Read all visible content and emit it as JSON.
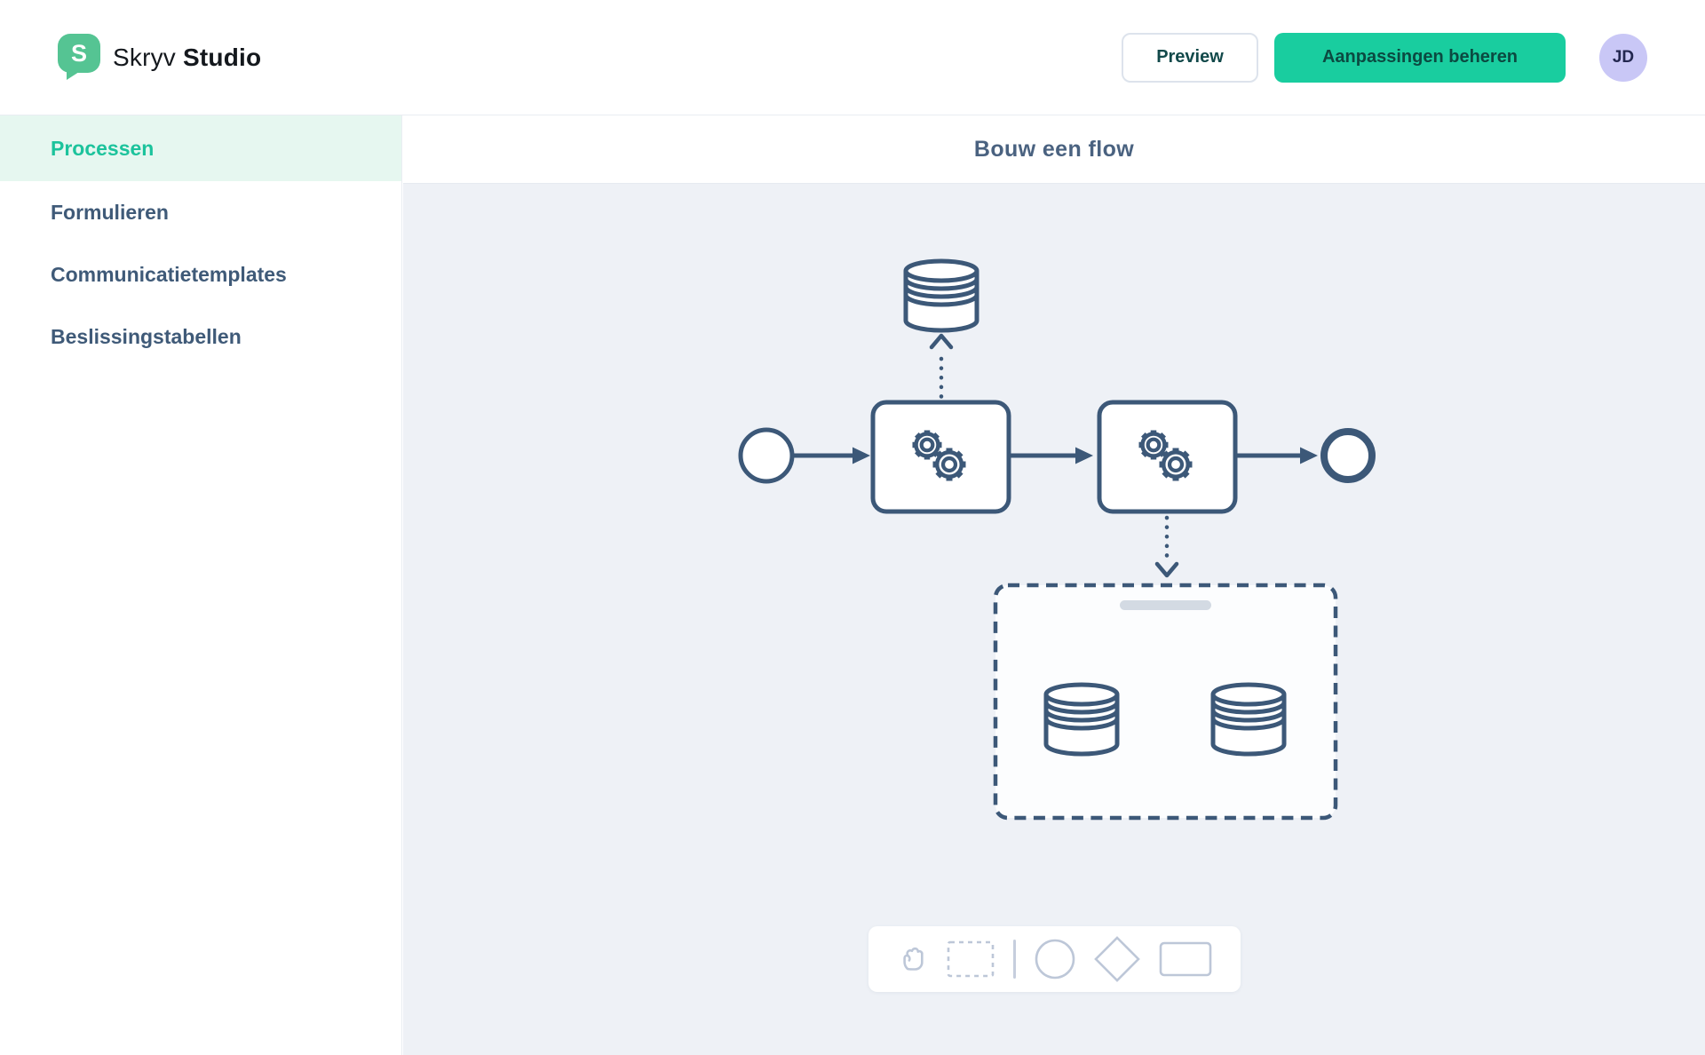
{
  "brand": {
    "logo_letter": "S",
    "name_regular": "Skryv",
    "name_bold": "Studio"
  },
  "topbar": {
    "preview_label": "Preview",
    "manage_label": "Aanpassingen beheren",
    "avatar_initials": "JD"
  },
  "sidebar": {
    "items": [
      {
        "label": "Processen",
        "active": true
      },
      {
        "label": "Formulieren",
        "active": false
      },
      {
        "label": "Communicatietemplates",
        "active": false
      },
      {
        "label": "Beslissingstabellen",
        "active": false
      }
    ]
  },
  "main": {
    "title": "Bouw een flow"
  },
  "palette": {
    "tools": [
      "grab-tool",
      "marquee-select-tool",
      "circle-shape-tool",
      "diamond-shape-tool",
      "rectangle-shape-tool"
    ]
  },
  "diagram": {
    "nodes": [
      "data-store-top",
      "start-event",
      "service-task-1",
      "service-task-2",
      "end-event",
      "group-container",
      "data-store-left",
      "data-store-right"
    ],
    "connections": [
      "start-to-task1",
      "task1-to-task2",
      "task2-to-end",
      "task1-to-datastore-dotted",
      "task2-to-group-dotted"
    ]
  },
  "colors": {
    "accent_teal": "#19cd9f",
    "logo_green": "#55c493",
    "active_nav_text": "#1cc39c",
    "active_nav_bg": "#e6f7f0",
    "diagram_stroke": "#3c5878",
    "canvas_bg": "#eef1f6",
    "avatar_bg": "#c9c7f6",
    "navy_text": "#3f5a78",
    "palette_icon": "#bdc7d8"
  }
}
